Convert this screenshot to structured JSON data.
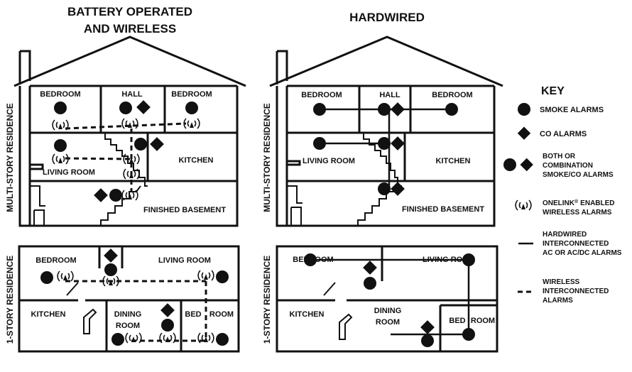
{
  "headings": {
    "battery_line1": "BATTERY OPERATED",
    "battery_line2": "AND WIRELESS",
    "hardwired": "HARDWIRED"
  },
  "side_labels": {
    "multi_story": "MULTI-STORY RESIDENCE",
    "one_story": "1-STORY RESIDENCE"
  },
  "rooms": {
    "bedroom": "BEDROOM",
    "hall": "HALL",
    "living_room": "LIVING ROOM",
    "kitchen": "KITCHEN",
    "finished_basement": "FINISHED BASEMENT",
    "dining_line1": "DINING",
    "dining_line2": "ROOM",
    "bed_split_left": "BED",
    "bed_split_right": "ROOM"
  },
  "key": {
    "title": "KEY",
    "smoke": "SMOKE ALARMS",
    "co": "CO ALARMS",
    "combo_line1": "BOTH OR",
    "combo_line2": "COMBINATION",
    "combo_line3": "SMOKE/CO ALARMS",
    "onelink_line1": "ONELINK",
    "onelink_reg": "®",
    "onelink_line1_end": "ENABLED",
    "onelink_line2": "WIRELESS ALARMS",
    "hardwired_line1": "HARDWIRED",
    "hardwired_line2": "INTERCONNECTED",
    "hardwired_line3": "AC OR AC/DC ALARMS",
    "wireless_line1": "WIRELESS",
    "wireless_line2": "INTERCONNECTED",
    "wireless_line3": "ALARMS"
  },
  "icons": {
    "smoke": "smoke-alarm-icon",
    "co": "co-alarm-icon",
    "wireless": "wireless-signal-icon"
  }
}
